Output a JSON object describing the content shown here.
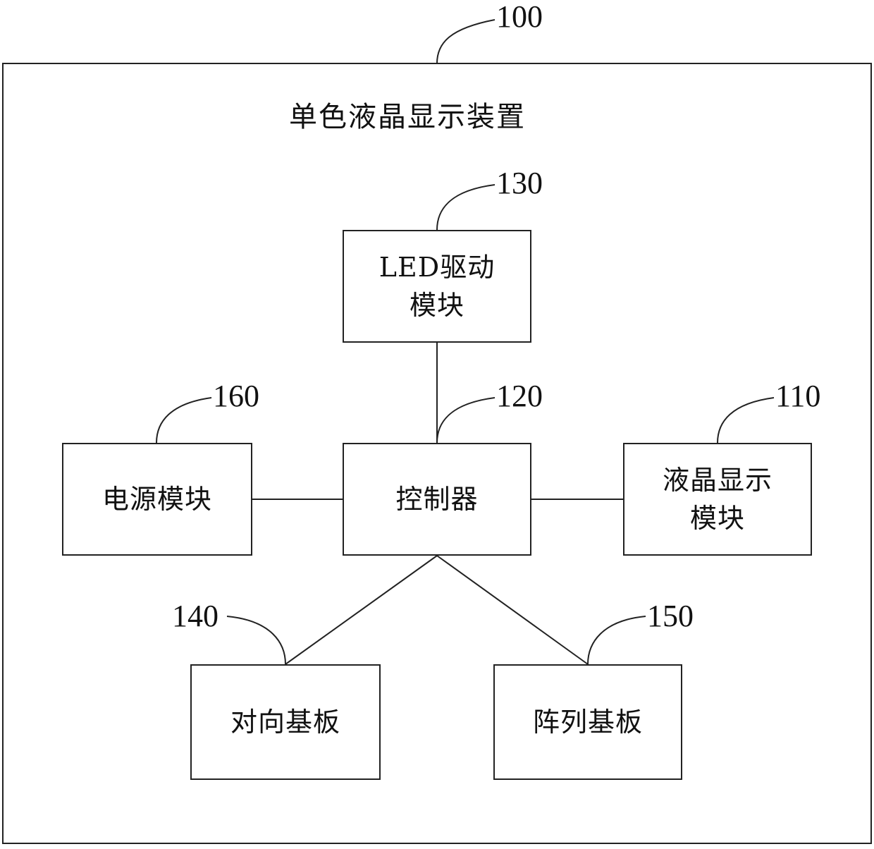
{
  "device": {
    "ref": "100",
    "title": "单色液晶显示装置"
  },
  "blocks": {
    "lcd_module": {
      "ref": "110",
      "label": "液晶显示\n模块"
    },
    "controller": {
      "ref": "120",
      "label": "控制器"
    },
    "led_driver": {
      "ref": "130",
      "label": "LED驱动\n模块"
    },
    "opposite_substrate": {
      "ref": "140",
      "label": "对向基板"
    },
    "array_substrate": {
      "ref": "150",
      "label": "阵列基板"
    },
    "power_module": {
      "ref": "160",
      "label": "电源模块"
    }
  },
  "colors": {
    "line": "#222222",
    "text": "#111111",
    "background": "#ffffff"
  }
}
